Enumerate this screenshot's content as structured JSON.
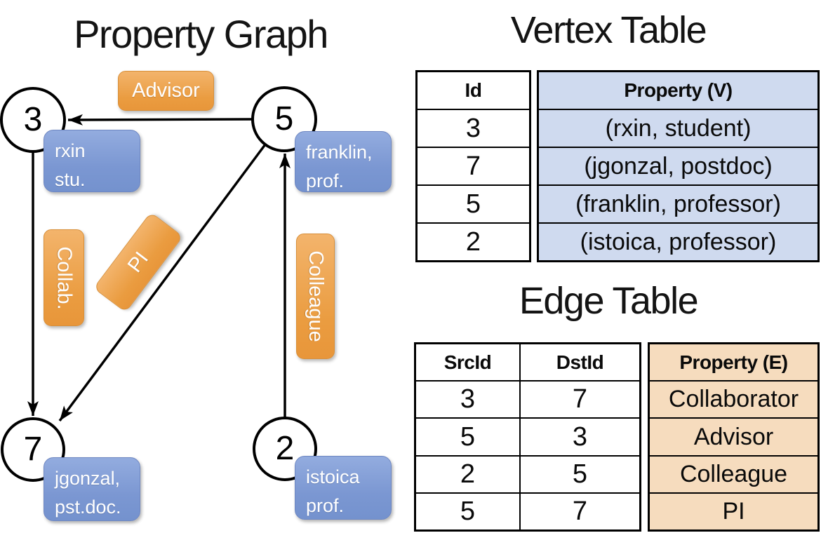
{
  "titles": {
    "graph": "Property Graph",
    "vertex_table": "Vertex Table",
    "edge_table": "Edge Table"
  },
  "graph": {
    "vertices": [
      {
        "id": "3",
        "property_line1": "rxin",
        "property_line2": "stu."
      },
      {
        "id": "5",
        "property_line1": "franklin,",
        "property_line2": "prof."
      },
      {
        "id": "7",
        "property_line1": "jgonzal,",
        "property_line2": "pst.doc."
      },
      {
        "id": "2",
        "property_line1": "istoica",
        "property_line2": "prof."
      }
    ],
    "edge_labels": {
      "advisor": "Advisor",
      "collab": "Collab.",
      "pi": "PI",
      "colleague": "Colleague"
    }
  },
  "vertex_table": {
    "col_id": "Id",
    "col_property": "Property (V)",
    "rows": [
      {
        "id": "3",
        "property": "(rxin, student)"
      },
      {
        "id": "7",
        "property": "(jgonzal, postdoc)"
      },
      {
        "id": "5",
        "property": "(franklin, professor)"
      },
      {
        "id": "2",
        "property": "(istoica, professor)"
      }
    ]
  },
  "edge_table": {
    "col_src": "SrcId",
    "col_dst": "DstId",
    "col_property": "Property (E)",
    "rows": [
      {
        "src": "3",
        "dst": "7",
        "property": "Collaborator"
      },
      {
        "src": "5",
        "dst": "3",
        "property": "Advisor"
      },
      {
        "src": "2",
        "dst": "5",
        "property": "Colleague"
      },
      {
        "src": "5",
        "dst": "7",
        "property": "PI"
      }
    ]
  },
  "colors": {
    "edge_label_orange": "#EA9C40",
    "vertex_label_blue": "#7B97D2",
    "vertex_table_fill": "#CFDAEF",
    "edge_table_fill": "#F6DCBE",
    "line_black": "#000000"
  }
}
